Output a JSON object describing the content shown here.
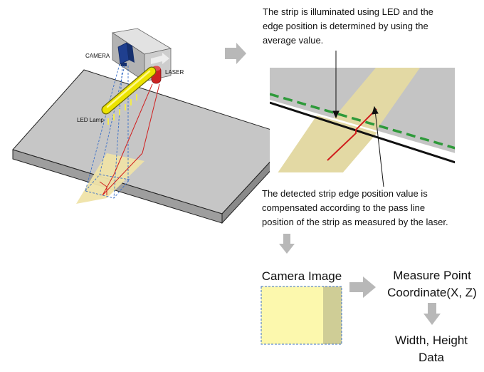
{
  "labels": {
    "camera": "CAMERA",
    "laser": "LASER",
    "led_lamp": "LED Lamp"
  },
  "top_note": [
    "The strip is illuminated using LED and the",
    "edge position is determined by using the",
    "average value."
  ],
  "bottom_note": [
    "The detected strip edge position value is",
    "compensated according to the pass line",
    "position of the strip as measured by the laser."
  ],
  "camera_image_label": "Camera Image",
  "measure_point": [
    "Measure Point",
    "Coordinate(X, Z)"
  ],
  "result": [
    "Width, Height",
    "Data"
  ],
  "colors": {
    "camera": "#1f3f8f",
    "laser": "#cc2222",
    "led": "#e8e000",
    "strip": "#efe3a8",
    "plate": "#c4c4c4",
    "edge_line": "#2e9a3a",
    "arrow": "#b8b8b8"
  }
}
